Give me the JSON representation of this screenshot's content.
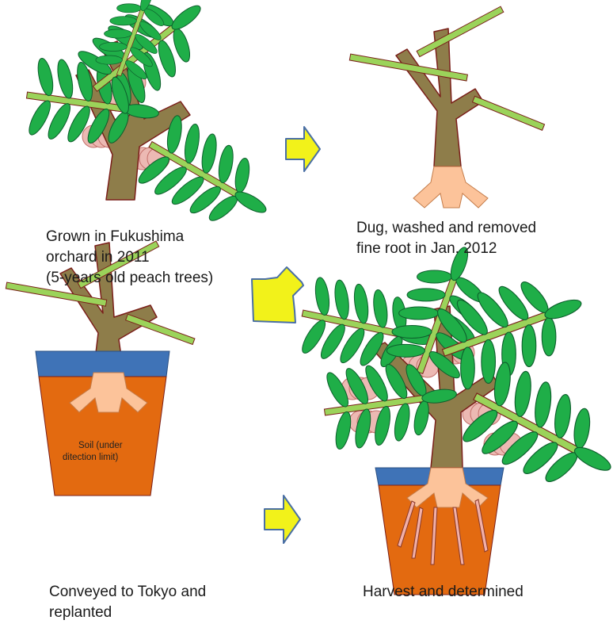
{
  "colors": {
    "trunk": "#8e7d4a",
    "trunk_stroke": "#7a1f1a",
    "leaf": "#1fae48",
    "leaf_stroke": "#0d5e2c",
    "branch": "#9bd35a",
    "peach": "#ecb9b3",
    "root": "#fcc39a",
    "pot": "#e36a10",
    "pot_rim": "#3f73b7",
    "arrow": "#f2f21a",
    "arrow_stroke": "#4a6fa5"
  },
  "captions": {
    "step1": [
      "Grown in Fukushima",
      "orchard  in 2011",
      "(5-years old peach trees)"
    ],
    "step2": [
      "Dug, washed and removed",
      "fine root in Jan. 2012"
    ],
    "step3": [
      "Conveyed to Tokyo and",
      "replanted"
    ],
    "step4": [
      "Harvest and determined"
    ]
  },
  "soil_label": [
    "Soil  (under",
    "ditection limit)"
  ],
  "icons": [
    "arrow-right-icon",
    "arrow-down-left-icon",
    "arrow-right-icon"
  ]
}
